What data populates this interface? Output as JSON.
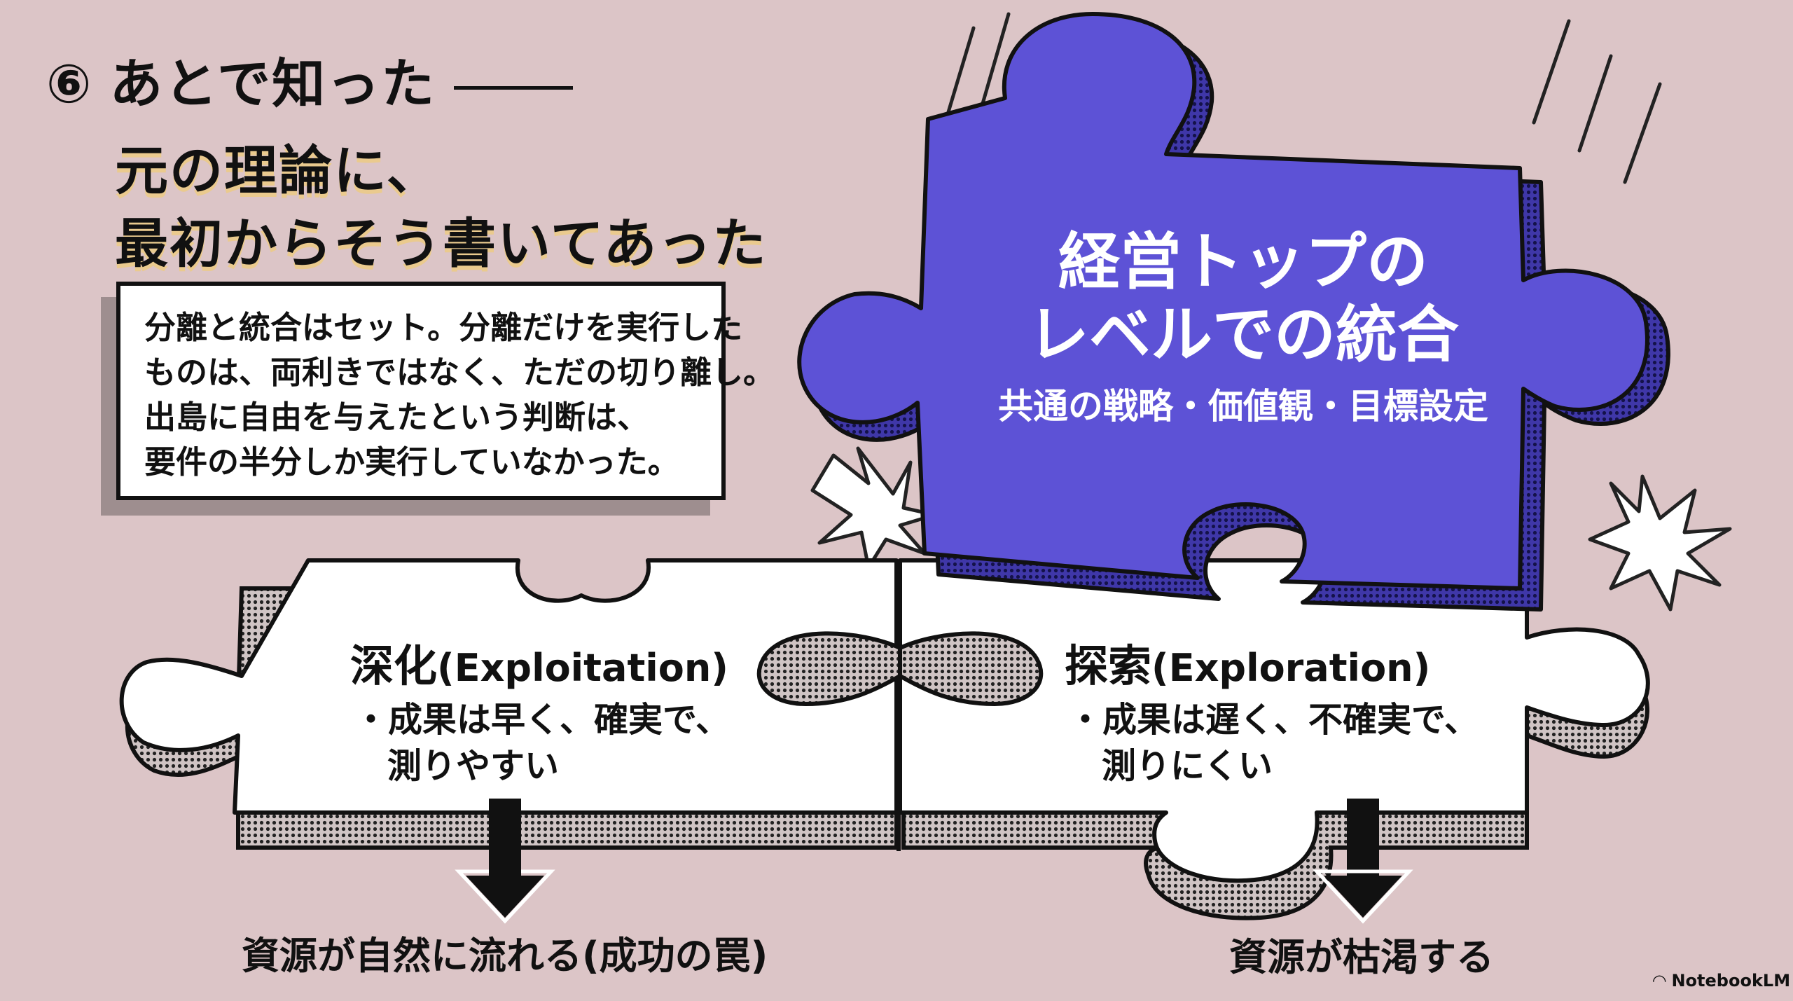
{
  "heading": {
    "number": "⑥",
    "line1": "あとで知った",
    "line2": "元の理論に、",
    "line3": "最初からそう書いてあった"
  },
  "note": {
    "lines": [
      "分離と統合はセット。分離だけを実行した",
      "ものは、両利きではなく、ただの切り離し。",
      "出島に自由を与えたという判断は、",
      "要件の半分しか実行していなかった。"
    ]
  },
  "top_piece": {
    "title_line1": "経営トップの",
    "title_line2": "レベルでの統合",
    "subtitle": "共通の戦略・価値観・目標設定",
    "color": "#5d52d6"
  },
  "left_piece": {
    "title": "深化",
    "title_en": "(Exploitation)",
    "bullet_line1": "・成果は早く、確実で、",
    "bullet_line2": "測りやすい",
    "result": "資源が自然に流れる(成功の罠)"
  },
  "right_piece": {
    "title": "探索",
    "title_en": "(Exploration)",
    "bullet_line1": "・成果は遅く、不確実で、",
    "bullet_line2": "測りにくい",
    "result": "資源が枯渇する"
  },
  "logo": {
    "icon": "notebooklm-icon",
    "text": "NotebookLM"
  }
}
